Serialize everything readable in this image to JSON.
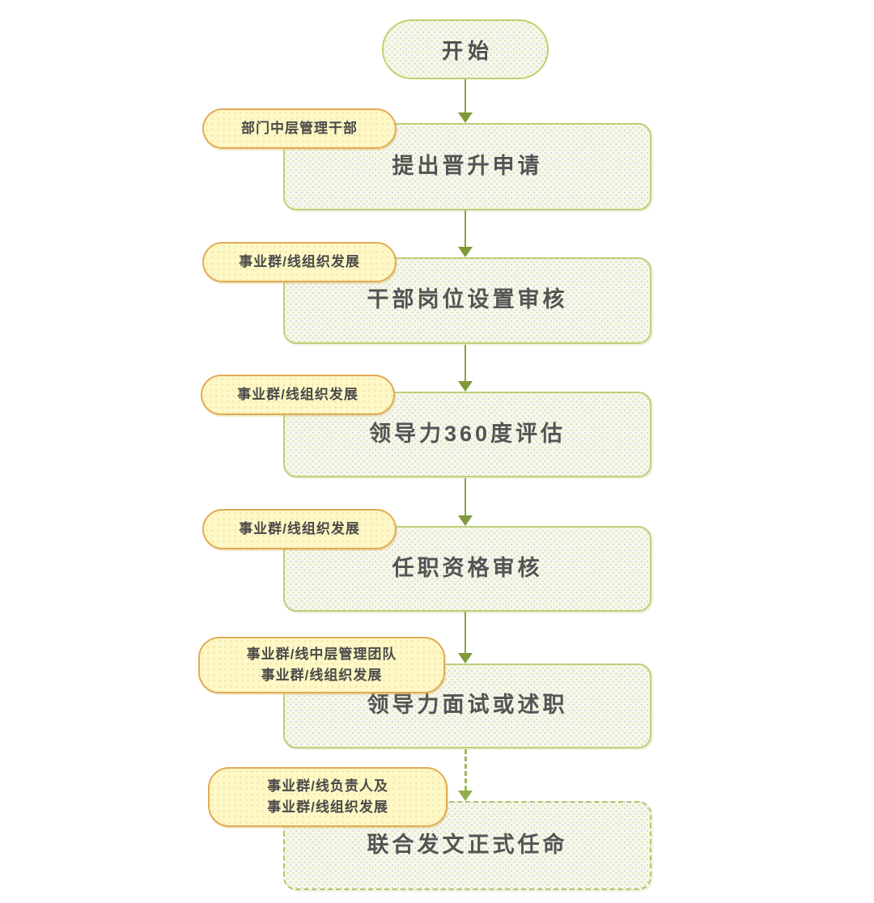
{
  "start": {
    "label": "开始"
  },
  "steps": [
    {
      "roles": [
        "部门中层管理干部"
      ],
      "title": "提出晋升申请"
    },
    {
      "roles": [
        "事业群/线组织发展"
      ],
      "title": "干部岗位设置审核"
    },
    {
      "roles": [
        "事业群/线组织发展"
      ],
      "title": "领导力360度评估"
    },
    {
      "roles": [
        "事业群/线组织发展"
      ],
      "title": "任职资格审核"
    },
    {
      "roles": [
        "事业群/线中层管理团队",
        "事业群/线组织发展"
      ],
      "title": "领导力面试或述职"
    },
    {
      "roles": [
        "事业群/线负责人及",
        "事业群/线组织发展"
      ],
      "title": "联合发文正式任命"
    }
  ],
  "colors": {
    "node_fill": "#f7f8e7",
    "node_border": "#bdd077",
    "start_border": "#c3cf6d",
    "label_fill": "#fdf8c5",
    "label_border": "#e3aa55",
    "arrow": "#8ca23e",
    "arrow_dashed": "#9cb95e",
    "text": "#545454"
  }
}
